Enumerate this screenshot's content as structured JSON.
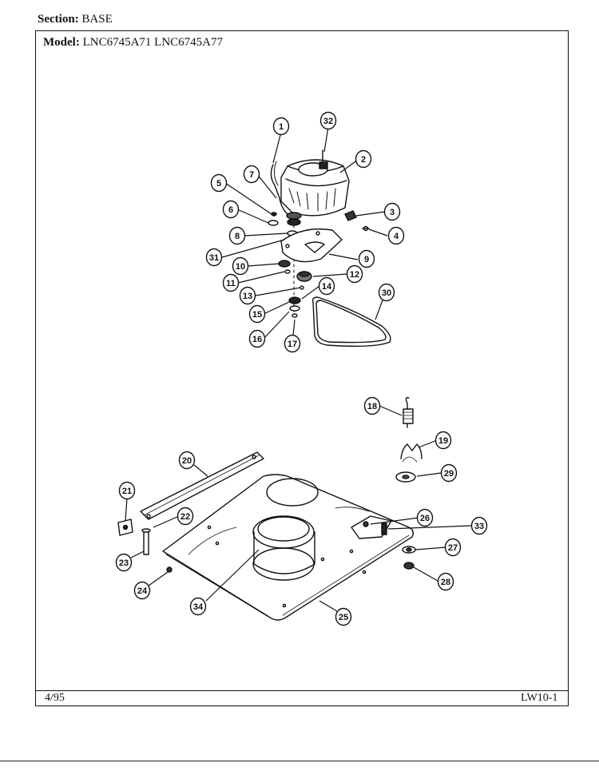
{
  "header": {
    "section_label": "Section:",
    "section_value": "BASE",
    "model_label": "Model:",
    "model_value": "LNC6745A71  LNC6745A77"
  },
  "footer": {
    "date": "4/95",
    "page_id": "LW10-1"
  },
  "callouts": [
    "1",
    "2",
    "3",
    "4",
    "5",
    "6",
    "7",
    "8",
    "9",
    "10",
    "11",
    "12",
    "13",
    "14",
    "15",
    "16",
    "17",
    "18",
    "19",
    "20",
    "21",
    "22",
    "23",
    "24",
    "25",
    "26",
    "27",
    "28",
    "29",
    "30",
    "31",
    "32",
    "33",
    "34"
  ]
}
